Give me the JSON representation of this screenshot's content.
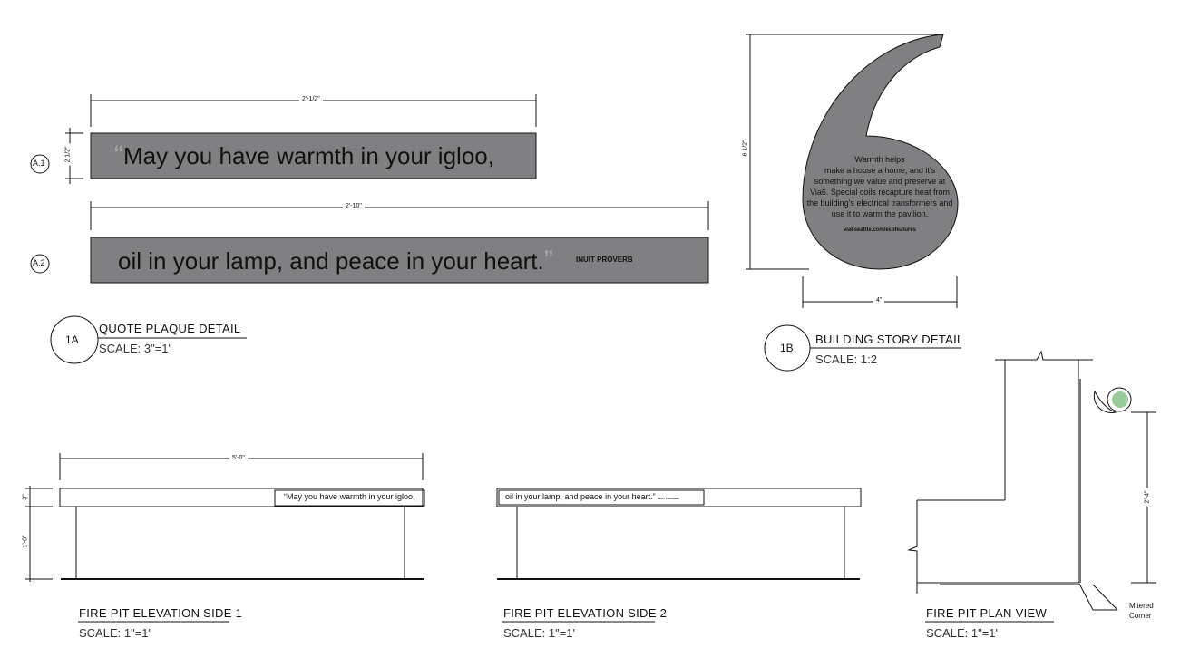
{
  "quote_plaque": {
    "line1": "May you have warmth in your igloo,",
    "line2": "oil in your lamp, and peace in your heart.",
    "open_quote": "“",
    "close_quote": "”",
    "attribution": "INUIT PROVERB",
    "markers": [
      "A.1",
      "A.2"
    ],
    "dim_a1_width": "2'-1/2\"",
    "dim_a1_height": "2 1/2\"",
    "dim_a2_width": "2'-10\"",
    "plaque_color": "#808083",
    "detail_number": "1A",
    "title": "QUOTE PLAQUE DETAIL",
    "scale": "SCALE: 3\"=1'"
  },
  "building_story": {
    "heading": "Warmth helps",
    "body": "make a house a home, and it's something we value and preserve at Via6. Special coils recapture heat from the building's electrical transformers and use it to warm the pavilion.",
    "url": "via6seattle.com/ecofeatures",
    "dim_height": "6 1/2\"",
    "dim_width": "4\"",
    "detail_number": "1B",
    "title": "BUILDING STORY DETAIL",
    "scale": "SCALE: 1:2"
  },
  "elevation_1": {
    "dim_width": "5'-0\"",
    "dim_top": "3\"",
    "dim_height": "1'-0\"",
    "plaque_text": "“May you have warmth in your igloo,",
    "title": "FIRE PIT ELEVATION SIDE 1",
    "scale": "SCALE: 1\"=1'"
  },
  "elevation_2": {
    "plaque_text": "oil in your lamp, and peace in your heart.”",
    "attribution": "INUIT PROVERB",
    "title": "FIRE PIT ELEVATION SIDE 2",
    "scale": "SCALE: 1\"=1'"
  },
  "plan_view": {
    "dim_length": "2'-4\"",
    "callout": "Mitered Corner",
    "title": "FIRE PIT PLAN VIEW",
    "scale": "SCALE: 1\"=1'"
  }
}
